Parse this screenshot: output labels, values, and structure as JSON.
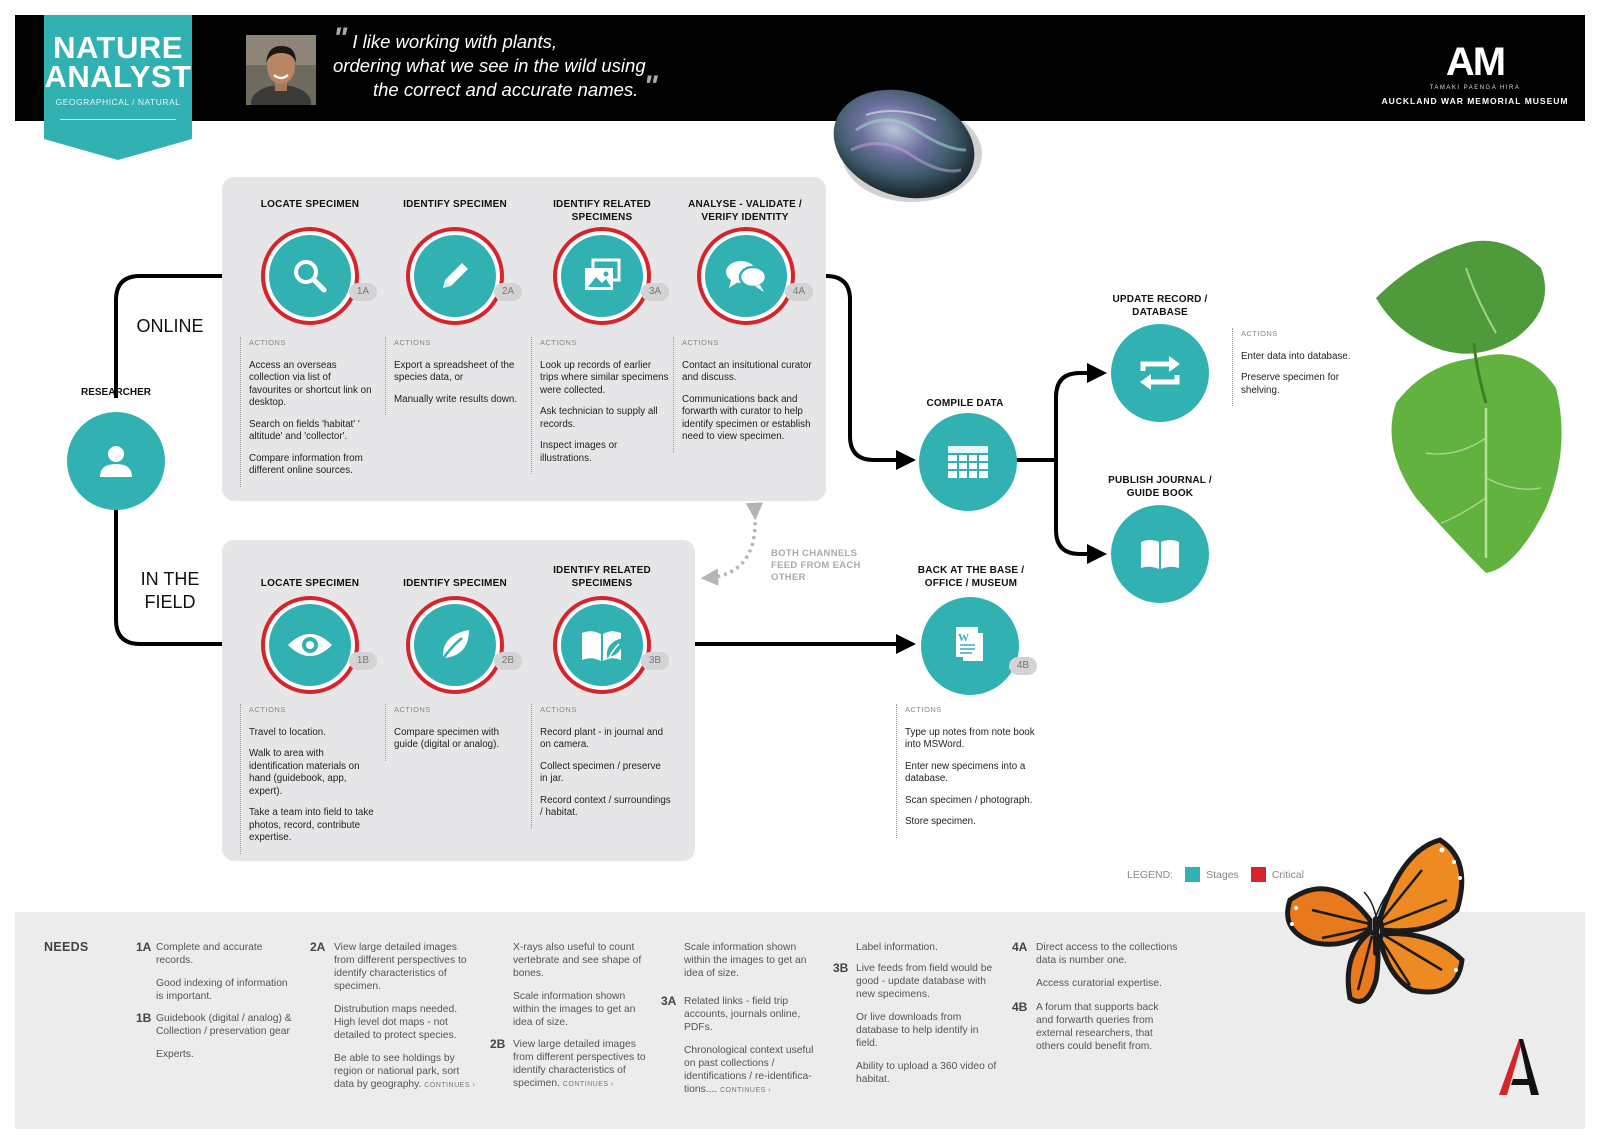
{
  "header": {
    "badge_title_line1": "NATURE",
    "badge_title_line2": "ANALYST",
    "badge_subtitle": "GEOGRAPHICAL / NATURAL",
    "quote_line1": "I like working with plants,",
    "quote_line2": "ordering what we see in the wild using",
    "quote_line3": "the correct and accurate names.",
    "logo_mark": "AM",
    "logo_sub1": "TAMAKI PAENGA HIRA",
    "logo_sub2": "AUCKLAND WAR MEMORIAL MUSEUM"
  },
  "researcher": {
    "label": "RESEARCHER",
    "icon": "person-icon"
  },
  "channels": {
    "online": "ONLINE",
    "field_line1": "IN THE",
    "field_line2": "FIELD"
  },
  "online": [
    {
      "code": "1A",
      "title_line1": "LOCATE SPECIMEN",
      "title_line2": "",
      "icon": "magnifier-icon",
      "actions_label": "ACTIONS",
      "actions": [
        "Access an overseas collection via list of favourites or shortcut link on desktop.",
        "Search on fields 'habitat' ' altitude' and 'collector'.",
        "Compare information from different online sources."
      ]
    },
    {
      "code": "2A",
      "title_line1": "IDENTIFY SPECIMEN",
      "title_line2": "",
      "icon": "pencil-icon",
      "actions_label": "ACTIONS",
      "actions": [
        "Export a spreadsheet of the species data, or",
        "Manually write results down."
      ]
    },
    {
      "code": "3A",
      "title_line1": "IDENTIFY RELATED",
      "title_line2": "SPECIMENS",
      "icon": "photos-icon",
      "actions_label": "ACTIONS",
      "actions": [
        "Look up records of earlier trips where similar specimens were collected.",
        "Ask technician to supply all records.",
        "Inspect images or illustrations."
      ]
    },
    {
      "code": "4A",
      "title_line1": "ANALYSE - VALIDATE /",
      "title_line2": "VERIFY IDENTITY",
      "icon": "chat-bubbles-icon",
      "actions_label": "ACTIONS",
      "actions": [
        "Contact an insitutional curator and discuss.",
        "Communications back and forwarth with curator to help identify specimen or establish need to view specimen."
      ]
    }
  ],
  "field": [
    {
      "code": "1B",
      "title_line1": "LOCATE SPECIMEN",
      "title_line2": "",
      "icon": "eye-icon",
      "actions_label": "ACTIONS",
      "actions": [
        "Travel to location.",
        "Walk to area with identification materials on hand (guidebook, app, expert).",
        "Take a team into field to take photos, record, contribute expertise."
      ]
    },
    {
      "code": "2B",
      "title_line1": "IDENTIFY SPECIMEN",
      "title_line2": "",
      "icon": "leaf-icon",
      "actions_label": "ACTIONS",
      "actions": [
        "Compare specimen with guide (digital or analog)."
      ]
    },
    {
      "code": "3B",
      "title_line1": "IDENTIFY RELATED",
      "title_line2": "SPECIMENS",
      "icon": "book-leaf-icon",
      "actions_label": "ACTIONS",
      "actions": [
        "Record plant - in journal and on camera.",
        "Collect specimen / preserve in jar.",
        "Record context / surroundings / habitat."
      ]
    }
  ],
  "feed_note": {
    "line1": "BOTH CHANNELS",
    "line2": "FEED FROM EACH",
    "line3": "OTHER"
  },
  "base": {
    "code": "4B",
    "title_line1": "BACK AT THE BASE /",
    "title_line2": "OFFICE / MUSEUM",
    "icon": "word-document-icon",
    "actions_label": "ACTIONS",
    "actions": [
      "Type up notes from note book into MSWord.",
      "Enter new specimens into a database.",
      "Scan specimen / photograph.",
      "Store specimen."
    ]
  },
  "compile": {
    "title": "COMPILE DATA",
    "icon": "table-icon"
  },
  "update": {
    "title_line1": "UPDATE RECORD /",
    "title_line2": "DATABASE",
    "icon": "sync-icon",
    "actions_label": "ACTIONS",
    "actions": [
      "Enter data into database.",
      "Preserve specimen for shelving."
    ]
  },
  "publish": {
    "title_line1": "PUBLISH JOURNAL /",
    "title_line2": "GUIDE BOOK",
    "icon": "open-book-icon"
  },
  "legend": {
    "label": "LEGEND:",
    "stages": "Stages",
    "critical": "Critical",
    "stages_color": "#32b1b3",
    "critical_color": "#d7242b"
  },
  "needs": {
    "title": "NEEDS",
    "groups": [
      {
        "code": "1A",
        "items": [
          "Complete and accurate records.",
          "Good indexing of information is important."
        ]
      },
      {
        "code": "1B",
        "items": [
          "Guidebook (digital / analog) & Collection / preservation gear",
          "Experts."
        ]
      },
      {
        "code": "2A",
        "items": [
          "View large detailed images from different perspectives to identify characteristics of specimen.",
          "Distrubution maps needed. High level dot maps - not detailed to protect species.",
          "Be able to see holdings by region or national park, sort data by geography."
        ],
        "continues": "CONTINUES ›"
      },
      {
        "code": "",
        "items": [
          "X-rays also useful to count vertebrate and see shape of bones.",
          "Scale information shown within the images to get an idea of size."
        ]
      },
      {
        "code": "2B",
        "items": [
          "View large detailed images from different perspectives to identify characteristics of specimen."
        ],
        "continues": "CONTINUES ›"
      },
      {
        "code": "",
        "items": [
          "Scale information shown within the images to get an idea of size."
        ]
      },
      {
        "code": "3A",
        "items": [
          "Related links - field trip accounts, journals online, PDFs.",
          "Chronological context useful on past collections / identifications / re-identifica-tions...."
        ],
        "continues": "CONTINUES ›"
      },
      {
        "code": "",
        "items": [
          "Label information."
        ]
      },
      {
        "code": "3B",
        "items": [
          "Live feeds from field would be good - update database with new specimens.",
          "Or live downloads from database to help identify in field.",
          "Ability to upload a 360 video of habitat."
        ]
      },
      {
        "code": "4A",
        "items": [
          "Direct access to the collections data is number one.",
          "Access curatorial expertise."
        ]
      },
      {
        "code": "4B",
        "items": [
          "A forum that supports back and forwarth queries from external researchers, that others could benefit from."
        ]
      }
    ]
  }
}
